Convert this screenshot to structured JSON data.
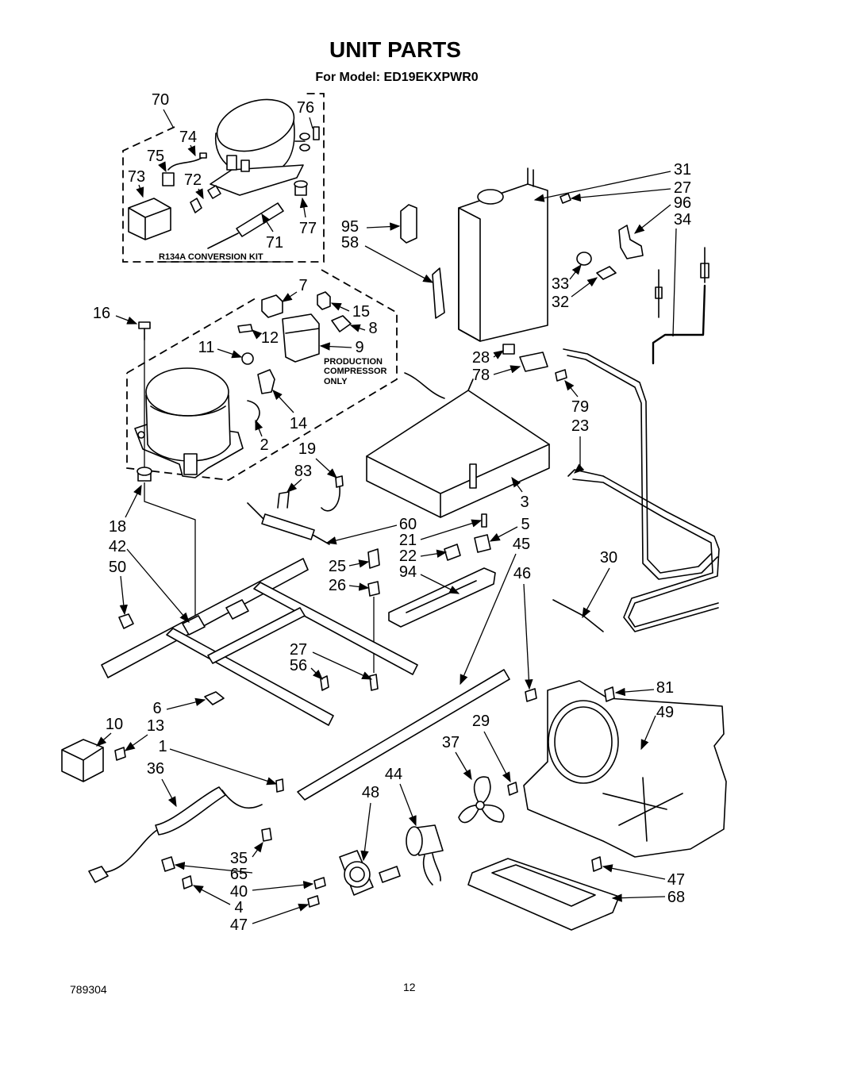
{
  "title": "UNIT PARTS",
  "model_line": "For Model: ED19EKXPWR0",
  "kit_label": "R134A CONVERSION KIT",
  "production_note": [
    "PRODUCTION",
    "COMPRESSOR",
    "ONLY"
  ],
  "callouts": [
    "70",
    "74",
    "76",
    "75",
    "73",
    "72",
    "77",
    "71",
    "16",
    "7",
    "15",
    "12",
    "8",
    "11",
    "9",
    "14",
    "2",
    "31",
    "27",
    "96",
    "34",
    "95",
    "58",
    "33",
    "32",
    "28",
    "78",
    "79",
    "23",
    "3",
    "19",
    "83",
    "60",
    "5",
    "21",
    "45",
    "22",
    "25",
    "94",
    "26",
    "18",
    "42",
    "50",
    "30",
    "46",
    "27",
    "56",
    "81",
    "49",
    "6",
    "10",
    "13",
    "1",
    "36",
    "29",
    "37",
    "44",
    "48",
    "35",
    "65",
    "40",
    "4",
    "47",
    "47",
    "68"
  ],
  "footer": {
    "doc_number": "789304",
    "page_number": "12"
  }
}
